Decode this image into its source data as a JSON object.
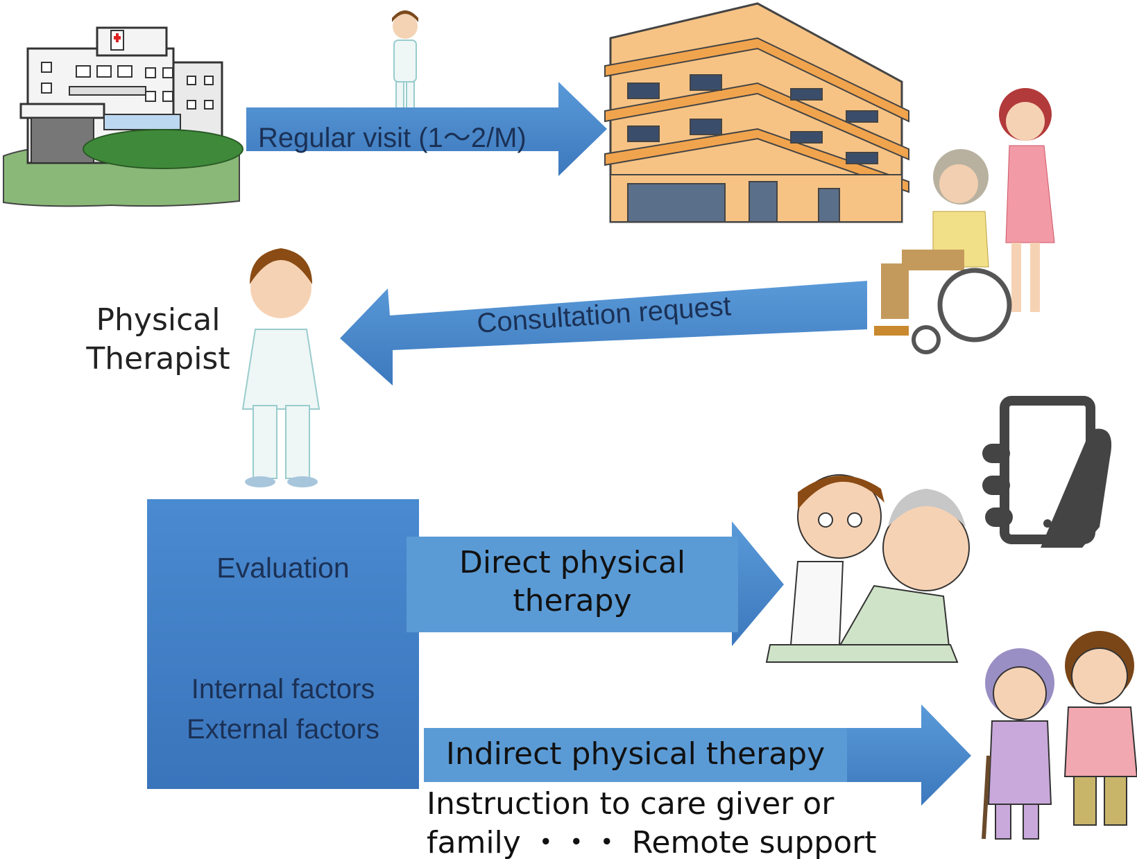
{
  "labels": {
    "regular_visit": "Regular visit (1〜2/M)",
    "physical_therapist": "Physical\nTherapist",
    "consultation_request": "Consultation request",
    "evaluation": "Evaluation",
    "factors": "Internal factors\nExternal factors",
    "direct_therapy": "Direct physical therapy",
    "indirect_therapy": "Indirect physical therapy",
    "instruction_line1": "Instruction to care giver or",
    "instruction_line2": "family ・・・ Remote support"
  },
  "icons": {
    "hospital": "hospital-icon",
    "facility": "care-facility-building-icon",
    "therapist_small": "therapist-small-icon",
    "therapist": "physical-therapist-icon",
    "wheelchair": "wheelchair-caregiver-icon",
    "phone": "smartphone-in-hand-icon",
    "direct_patients": "therapist-treating-elder-icon",
    "caregiver_elder": "caregiver-walking-elder-icon"
  },
  "colors": {
    "arrow_blue": "#4a86c8",
    "box_blue": "#5b9bd5",
    "dark_text": "#1b3156"
  }
}
